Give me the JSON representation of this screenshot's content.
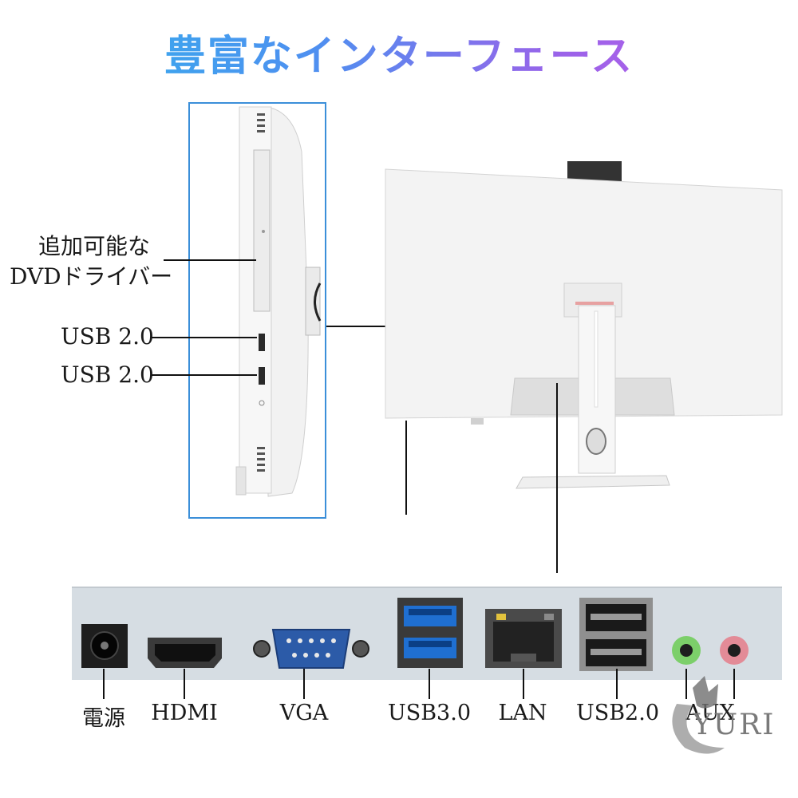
{
  "title": "豊富なインターフェース",
  "side_callouts": {
    "dvd_line1": "追加可能な",
    "dvd_line2": "DVDドライバー",
    "usb_a": "USB 2.0",
    "usb_b": "USB 2.0"
  },
  "ports": [
    {
      "key": "power",
      "label": "電源"
    },
    {
      "key": "hdmi",
      "label": "HDMI"
    },
    {
      "key": "vga",
      "label": "VGA"
    },
    {
      "key": "usb3",
      "label": "USB3.0"
    },
    {
      "key": "lan",
      "label": "LAN"
    },
    {
      "key": "usb2",
      "label": "USB2.0"
    },
    {
      "key": "aux",
      "label": "AUX"
    }
  ],
  "watermark": {
    "text": "YURI"
  },
  "colors": {
    "title_start": "#2fb6ec",
    "title_end": "#c05ce8",
    "frame_blue": "#3b8fd9",
    "usb3_blue": "#1f6fd1",
    "aux_green": "#7ccf6a",
    "aux_pink": "#e38b97",
    "panel_gray": "#d6dde3"
  },
  "icons": [
    "power-jack-icon",
    "hdmi-port-icon",
    "vga-port-icon",
    "usb3-port-icon",
    "lan-port-icon",
    "usb2-port-icon",
    "audio-jack-icon",
    "wolf-logo-icon"
  ]
}
